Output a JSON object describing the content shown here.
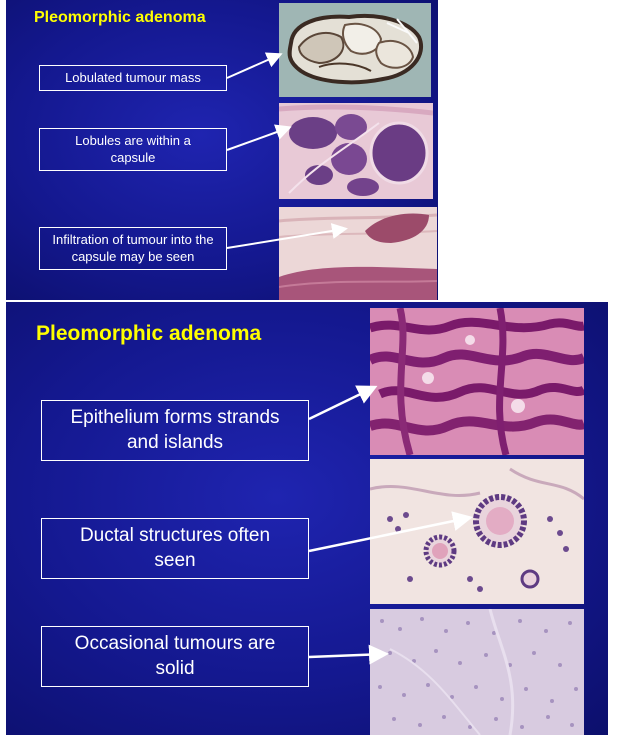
{
  "slides": [
    {
      "title": "Pleomorphic adenoma",
      "labels": [
        "Lobulated tumour mass",
        "Lobules are within a capsule",
        "Infiltration of tumour into the capsule may be seen"
      ],
      "images": [
        "gross-specimen",
        "lobules-histology",
        "capsule-infiltration-histology"
      ]
    },
    {
      "title": "Pleomorphic adenoma",
      "labels": [
        "Epithelium forms strands and islands",
        "Ductal structures often seen",
        "Occasional tumours are solid"
      ],
      "images": [
        "epithelial-strands-histology",
        "ductal-structures-histology",
        "solid-tumour-histology"
      ]
    }
  ],
  "colors": {
    "slide_background": "#14188f",
    "title": "#ffff00",
    "label_text": "#ffffff",
    "label_border": "#ffffff",
    "arrow": "#ffffff"
  }
}
